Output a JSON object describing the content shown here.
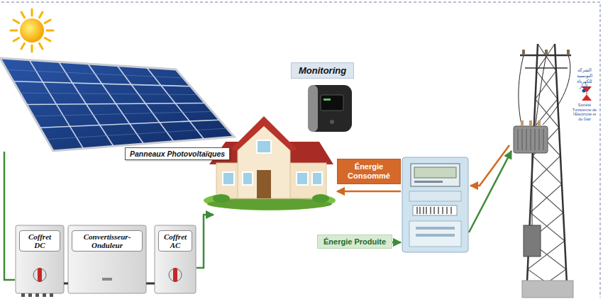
{
  "diagram": {
    "nodes": [
      {
        "text": [
          "Panneaux Photovoltaïques"
        ]
      },
      {
        "text": [
          "Monitoring"
        ]
      },
      {
        "text": [
          "Énergie Consommé"
        ]
      },
      {
        "text": [
          "Énergie Produite"
        ]
      },
      {
        "text": [
          "Coffret DC"
        ]
      },
      {
        "text": [
          "Convertisseur-Onduleur"
        ]
      },
      {
        "text": [
          "Coffret AC"
        ]
      }
    ],
    "edges": [
      {
        "from": 4,
        "to": 5,
        "arrow": "none"
      },
      {
        "from": 5,
        "to": 6,
        "arrow": "none"
      }
    ],
    "labels": [
      "الشركة التونسية للكهرباء والغاز",
      "Société Tunisienne de l'Electricité et du Gaz"
    ]
  }
}
